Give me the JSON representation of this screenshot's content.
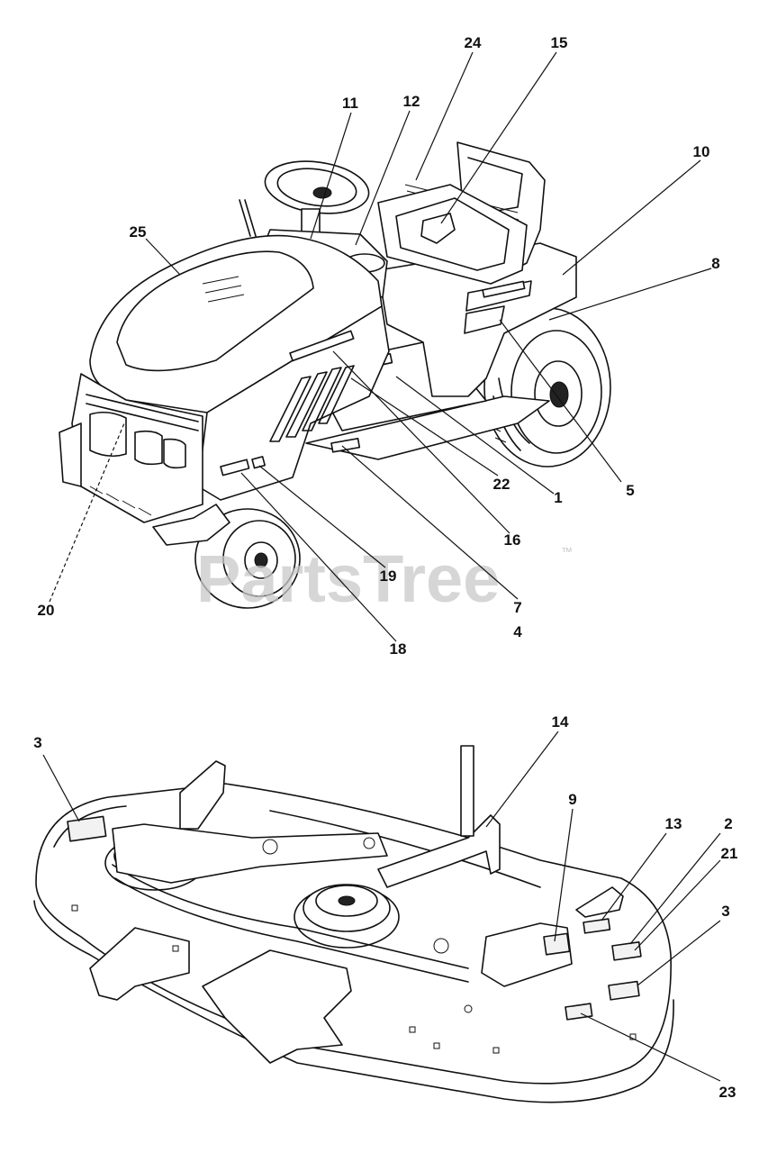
{
  "watermark": {
    "text": "PartsTree",
    "trademark": "™"
  },
  "callouts": {
    "c1": "1",
    "c2": "2",
    "c3a": "3",
    "c3b": "3",
    "c4": "4",
    "c5": "5",
    "c7": "7",
    "c8": "8",
    "c9": "9",
    "c10": "10",
    "c11": "11",
    "c12": "12",
    "c13": "13",
    "c14": "14",
    "c15": "15",
    "c16": "16",
    "c18": "18",
    "c19": "19",
    "c20": "20",
    "c21": "21",
    "c22": "22",
    "c23": "23",
    "c24": "24",
    "c25": "25"
  },
  "colors": {
    "line": "#111111",
    "watermark": "#c8c8c8",
    "background": "#ffffff"
  }
}
